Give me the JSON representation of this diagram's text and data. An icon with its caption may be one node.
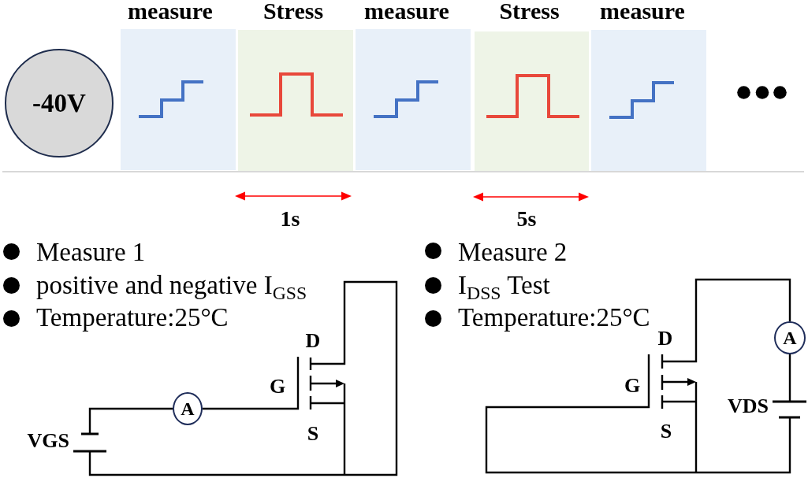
{
  "diagram": {
    "nodes": [
      {
        "text": [
          "-40V"
        ]
      },
      {
        "text": [
          "measure"
        ]
      },
      {
        "text": [
          "Stress"
        ]
      },
      {
        "text": [
          "measure"
        ]
      },
      {
        "text": [
          "Stress"
        ]
      },
      {
        "text": [
          "measure"
        ]
      },
      {
        "text": [
          "A"
        ]
      },
      {
        "text": [
          "A"
        ]
      }
    ],
    "labels": [
      "1s",
      "5s",
      "Measure 1",
      "positive and negative I$_{GSS}$",
      "Temperature:25°C",
      "D",
      "G",
      "S",
      "VGS",
      "Measure 2",
      "I$_{DSS}$ Test",
      "Temperature:25°C",
      "D",
      "G",
      "S",
      "VDS"
    ]
  }
}
